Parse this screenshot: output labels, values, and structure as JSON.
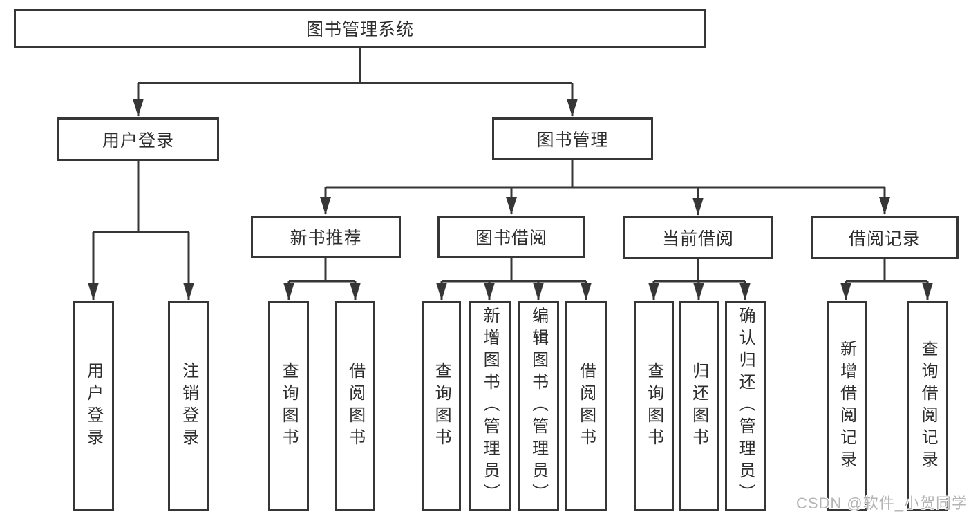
{
  "diagram": {
    "root": {
      "label": "图书管理系统"
    },
    "branches": [
      {
        "label": "用户登录",
        "children": [
          {
            "label": "用户登录"
          },
          {
            "label": "注销登录"
          }
        ]
      },
      {
        "label": "图书管理",
        "groups": [
          {
            "label": "新书推荐",
            "children": [
              {
                "label": "查询图书"
              },
              {
                "label": "借阅图书"
              }
            ]
          },
          {
            "label": "图书借阅",
            "children": [
              {
                "label": "查询图书"
              },
              {
                "label": "新增图书（管理员）"
              },
              {
                "label": "编辑图书（管理员）"
              },
              {
                "label": "借阅图书"
              }
            ]
          },
          {
            "label": "当前借阅",
            "children": [
              {
                "label": "查询图书"
              },
              {
                "label": "归还图书"
              },
              {
                "label": "确认归还（管理员）"
              }
            ]
          },
          {
            "label": "借阅记录",
            "children": [
              {
                "label": "新增借阅记录"
              },
              {
                "label": "查询借阅记录"
              }
            ]
          }
        ]
      }
    ]
  },
  "watermark": {
    "text": "CSDN @软件_小贺同学"
  },
  "colors": {
    "line": "#363636",
    "text": "#2d2d2d",
    "watermark": "#b4b4b4",
    "background": "#ffffff"
  }
}
